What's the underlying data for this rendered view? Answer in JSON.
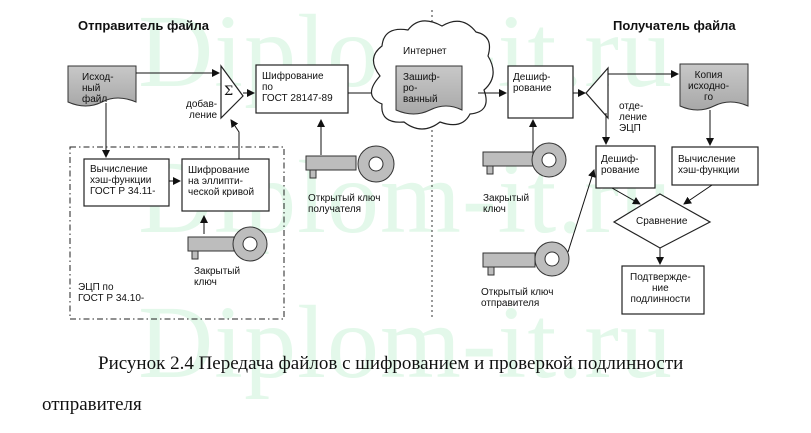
{
  "watermark": "Diplom-it.ru",
  "sender_title": "Отправитель файла",
  "receiver_title": "Получатель файла",
  "sender": {
    "source_doc": "Исход-\nный\nфайл",
    "hash": "Вычисление\nхэш-функции\nГОСТ Р 34.11-",
    "ecc": "Шифрование\nна эллипти-\nческой кривой",
    "private_key": "Закрытый\nключ",
    "ecp_standard": "ЭЦП по\nГОСТ Р 34.10-",
    "add": "добав-\nление",
    "sigma": "Σ",
    "encrypt": "Шифрование\nпо\nГОСТ 28147-89",
    "public_key_receiver": "Открытый ключ\nполучателя"
  },
  "internet": "Интернет",
  "encrypted": "Зашиф-\nро-\nванный",
  "receiver": {
    "decrypt": "Дешиф-\nрование",
    "private_key": "Закрытый\nключ",
    "split": "отде-\nление\nЭЦП",
    "decrypt_sig": "Дешиф-\nрование",
    "copy": "Копия\nисходно-\nго",
    "hash": "Вычисление\nхэш-функции",
    "compare": "Сравнение",
    "confirm": "Подтвержде-\nние\nподлинности",
    "public_key_sender": "Открытый ключ\nотправителя"
  },
  "caption_line1": "Рисунок 2.4 Передача файлов с шифрованием и проверкой подлинности",
  "caption_line2": "отправителя"
}
